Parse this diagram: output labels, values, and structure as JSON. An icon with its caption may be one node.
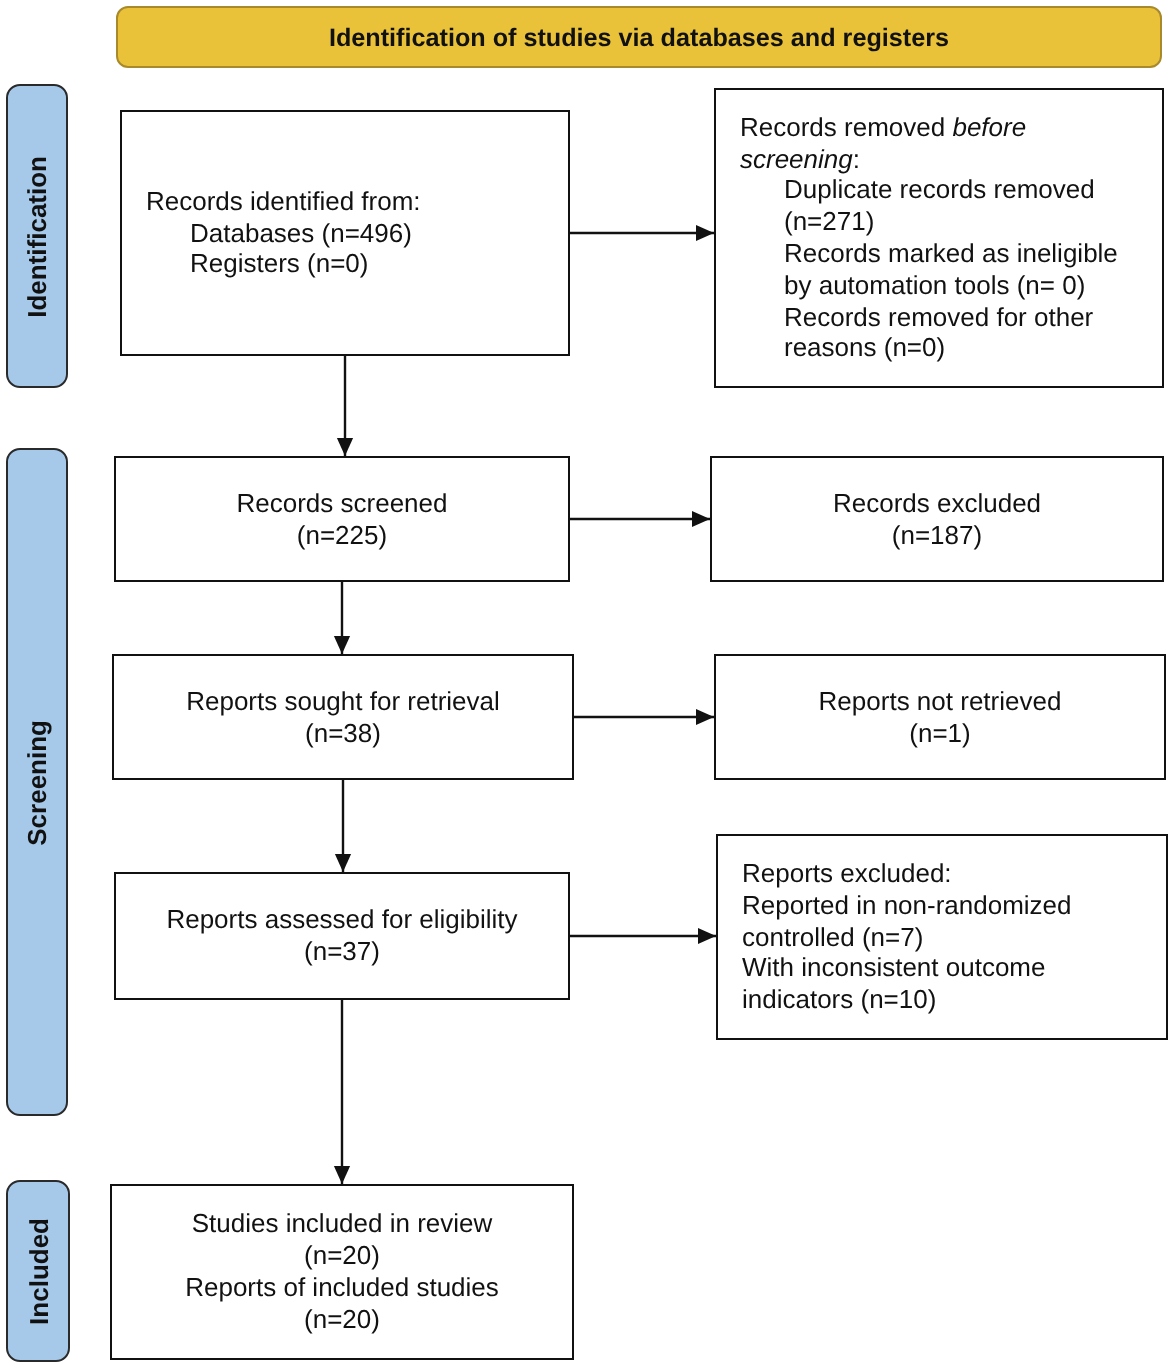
{
  "diagram": {
    "nodes": [
      {
        "text": [
          "Identification of studies via databases and registers"
        ]
      },
      {
        "text": [
          "Identification"
        ]
      },
      {
        "text": [
          "Records identified from:",
          "Databases (n=496)",
          "Registers (n=0)"
        ]
      },
      {
        "text": [
          "Records removed *before screening*:",
          "Duplicate records removed (n=271)",
          "Records marked as ineligible by automation tools (n= 0)",
          "Records removed for other reasons (n=0)"
        ]
      },
      {
        "text": [
          "Screening"
        ]
      },
      {
        "text": [
          "Records screened",
          "(n=225)"
        ]
      },
      {
        "text": [
          "Records excluded",
          "(n=187)"
        ]
      },
      {
        "text": [
          "Reports sought for retrieval",
          "(n=38)"
        ]
      },
      {
        "text": [
          "Reports not retrieved",
          "(n=1)"
        ]
      },
      {
        "text": [
          "Reports assessed for eligibility",
          "(n=37)"
        ]
      },
      {
        "text": [
          "Reports excluded:",
          "Reported in non-randomized controlled (n=7)",
          "With inconsistent outcome indicators (n=10)"
        ]
      },
      {
        "text": [
          "Included"
        ]
      },
      {
        "text": [
          "Studies included in review",
          "(n=20)",
          "Reports of included studies",
          "(n=20)"
        ]
      }
    ],
    "edges": [
      {
        "from": 2,
        "to": 3,
        "arrow": "to"
      },
      {
        "from": 2,
        "to": 5,
        "arrow": "to"
      },
      {
        "from": 5,
        "to": 6,
        "arrow": "to"
      },
      {
        "from": 5,
        "to": 7,
        "arrow": "to"
      },
      {
        "from": 7,
        "to": 8,
        "arrow": "to"
      },
      {
        "from": 7,
        "to": 9,
        "arrow": "to"
      },
      {
        "from": 9,
        "to": 10,
        "arrow": "to"
      },
      {
        "from": 9,
        "to": 12,
        "arrow": "to"
      }
    ]
  }
}
